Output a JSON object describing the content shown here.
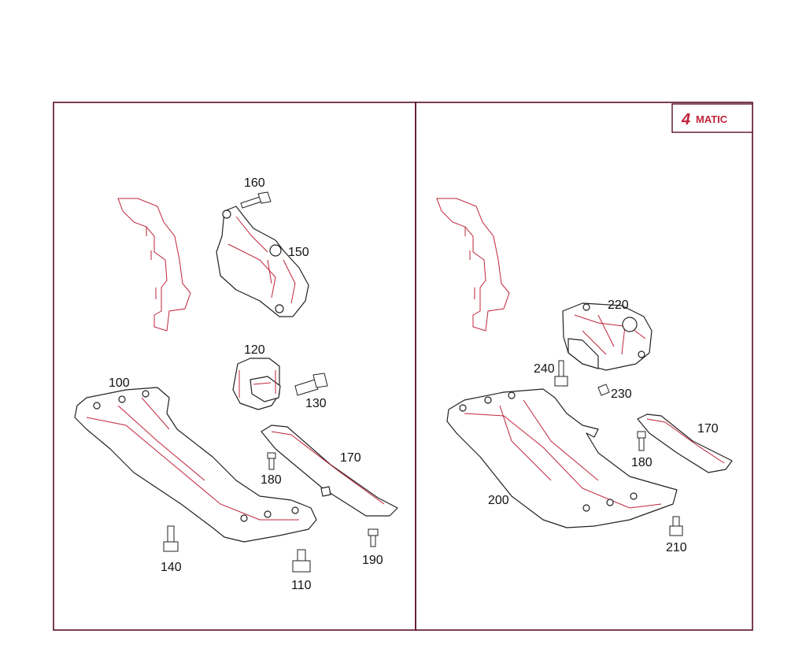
{
  "colors": {
    "frame": "#5a0f23",
    "accent": "#c0243a",
    "ink": "#222222"
  },
  "badge": {
    "number": "4",
    "text": "MATIC"
  },
  "left_panel": {
    "labels": {
      "p100": "100",
      "p110": "110",
      "p120": "120",
      "p130": "130",
      "p140": "140",
      "p150": "150",
      "p160": "160",
      "p170": "170",
      "p180": "180",
      "p190": "190"
    }
  },
  "right_panel": {
    "labels": {
      "p170": "170",
      "p180": "180",
      "p200": "200",
      "p210": "210",
      "p220": "220",
      "p230": "230",
      "p240": "240"
    }
  }
}
